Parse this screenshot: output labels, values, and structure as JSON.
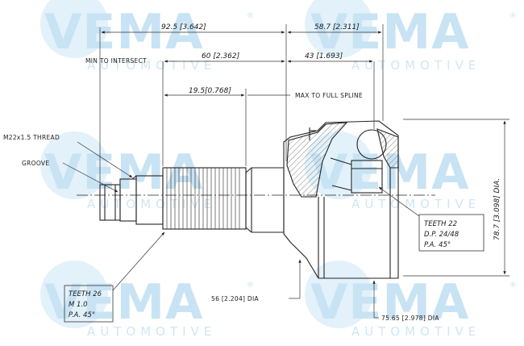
{
  "watermark": {
    "brand": "VEMA",
    "sub": "AUTOMOTIVE",
    "reg": "®"
  },
  "dimensions": {
    "overall": "92.5 [3.642]",
    "cup_length": "58.7 [2.311]",
    "to_intersect": "60 [2.362]",
    "cup_inner": "43 [1.693]",
    "spline": "19.5[0.768]",
    "max_dia": "78.7 [3.098] DIA."
  },
  "labels": {
    "min_intersect": "MIN TO INTERSECT",
    "max_spline": "MAX TO FULL SPLINE",
    "thread": "M22x1.5 THREAD",
    "groove": "GROOVE",
    "dia_56": "56 [2.204] DIA",
    "dia_7565": "75.65 [2.978] DIA"
  },
  "inner_spline": {
    "teeth": "TEETH 22",
    "dp": "D.P. 24/48",
    "pa": "P.A. 45°"
  },
  "outer_spline": {
    "teeth": "TEETH 26",
    "module": "M 1.0",
    "pa": "P.A. 45°"
  }
}
